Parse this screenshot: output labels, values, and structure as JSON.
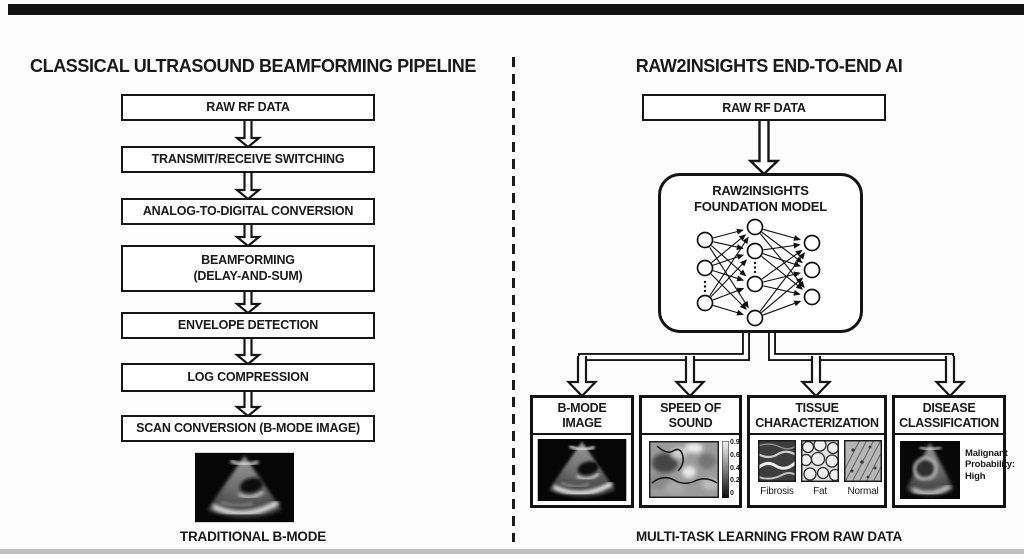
{
  "colors": {
    "ink": "#1a1a1a",
    "paper": "#fdfdfd"
  },
  "left_panel": {
    "title": "CLASSICAL ULTRASOUND BEAMFORMING PIPELINE",
    "steps": [
      "RAW RF DATA",
      "TRANSMIT/RECEIVE SWITCHING",
      "ANALOG-TO-DIGITAL CONVERSION",
      "BEAMFORMING\n(DELAY-AND-SUM)",
      "ENVELOPE DETECTION",
      "LOG COMPRESSION",
      "SCAN CONVERSION (B-MODE IMAGE)"
    ],
    "caption": "TRADITIONAL B-MODE"
  },
  "right_panel": {
    "title": "RAW2INSIGHTS END-TO-END AI",
    "input_label": "RAW RF DATA",
    "model_label": "RAW2INSIGHTS\nFOUNDATION MODEL",
    "outputs": [
      {
        "title": "B-MODE\nIMAGE"
      },
      {
        "title": "SPEED OF\nSOUND",
        "colorbar_ticks": [
          "0.9",
          "0.6",
          "0.4",
          "0.2",
          "0"
        ]
      },
      {
        "title": "TISSUE\nCHARACTERIZATION",
        "tissue_labels": [
          "Fibrosis",
          "Fat",
          "Normal"
        ]
      },
      {
        "title": "DISEASE\nCLASSIFICATION",
        "annotation": "Malignant\nProbability:\nHigh"
      }
    ],
    "caption": "MULTI-TASK LEARNING FROM RAW DATA"
  }
}
